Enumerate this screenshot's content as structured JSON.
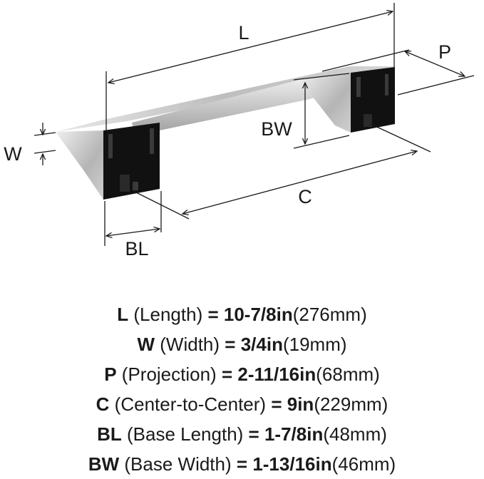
{
  "diagram": {
    "labels": {
      "L": "L",
      "P": "P",
      "W": "W",
      "BW": "BW",
      "C": "C",
      "BL": "BL"
    }
  },
  "specs": [
    {
      "code": "L",
      "name": "(Length)",
      "eq": "=",
      "imperial": "10-7/8in",
      "metric": "(276mm)"
    },
    {
      "code": "W",
      "name": "(Width)",
      "eq": "=",
      "imperial": "3/4in",
      "metric": "(19mm)"
    },
    {
      "code": "P",
      "name": "(Projection)",
      "eq": "=",
      "imperial": "2-11/16in",
      "metric": "(68mm)"
    },
    {
      "code": "C",
      "name": "(Center-to-Center)",
      "eq": "=",
      "imperial": "9in",
      "metric": "(229mm)"
    },
    {
      "code": "BL",
      "name": "(Base Length)",
      "eq": "=",
      "imperial": "1-7/8in",
      "metric": "(48mm)"
    },
    {
      "code": "BW",
      "name": "(Base Width)",
      "eq": "=",
      "imperial": "1-13/16in",
      "metric": "(46mm)"
    }
  ]
}
